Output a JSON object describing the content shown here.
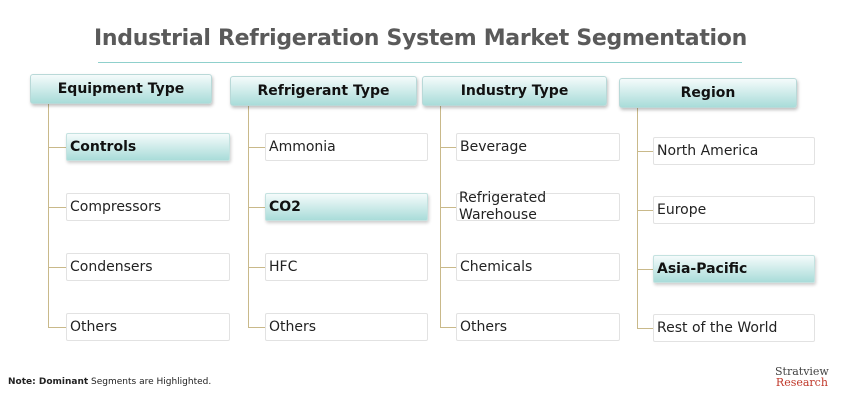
{
  "title": "Industrial Refrigeration System Market Segmentation",
  "columns": [
    {
      "header": "Equipment Type",
      "items": [
        {
          "label": "Controls",
          "highlighted": true
        },
        {
          "label": "Compressors",
          "highlighted": false
        },
        {
          "label": "Condensers",
          "highlighted": false
        },
        {
          "label": "Others",
          "highlighted": false
        }
      ]
    },
    {
      "header": "Refrigerant Type",
      "items": [
        {
          "label": "Ammonia",
          "highlighted": false
        },
        {
          "label": "CO2",
          "highlighted": true
        },
        {
          "label": "HFC",
          "highlighted": false
        },
        {
          "label": "Others",
          "highlighted": false
        }
      ]
    },
    {
      "header": "Industry  Type",
      "items": [
        {
          "label": "Beverage",
          "highlighted": false
        },
        {
          "label": "Refrigerated Warehouse",
          "highlighted": false
        },
        {
          "label": "Chemicals",
          "highlighted": false
        },
        {
          "label": "Others",
          "highlighted": false
        }
      ]
    },
    {
      "header": "Region",
      "items": [
        {
          "label": "North America",
          "highlighted": false
        },
        {
          "label": "Europe",
          "highlighted": false
        },
        {
          "label": "Asia-Pacific",
          "highlighted": true
        },
        {
          "label": "Rest of the World",
          "highlighted": false
        }
      ]
    }
  ],
  "note": {
    "prefix": "Note: Dominant",
    "text": " Segments are Highlighted."
  },
  "logo": {
    "line1": "Stratview",
    "line2": "Research"
  }
}
